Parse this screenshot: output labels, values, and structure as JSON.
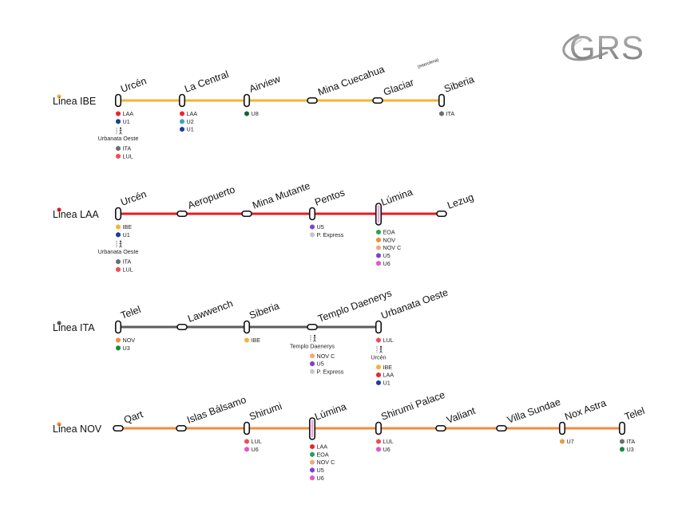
{
  "logo": {
    "text": "GRS"
  },
  "lines": [
    {
      "name": "Linea IBE",
      "color": "#f5b335",
      "stations": [
        {
          "name": "Urcén",
          "type": "tall",
          "connections": [
            {
              "label": "LAA",
              "color": "#e8262d"
            },
            {
              "label": "U1",
              "color": "#1a3e9b"
            }
          ],
          "transfer": {
            "station": "Urbanata Oeste",
            "connections": [
              {
                "label": "ITA",
                "color": "#6d6d6d"
              },
              {
                "label": "LUL",
                "color": "#ee4c53"
              }
            ]
          }
        },
        {
          "name": "La Central",
          "type": "tall",
          "connections": [
            {
              "label": "LAA",
              "color": "#e8262d"
            },
            {
              "label": "U2",
              "color": "#3ea0d8"
            },
            {
              "label": "U1",
              "color": "#1a3e9b"
            }
          ]
        },
        {
          "name": "Airview",
          "type": "tall",
          "connections": [
            {
              "label": "U8",
              "color": "#16602c"
            }
          ]
        },
        {
          "name": "Mina Cuecahua",
          "type": "wide",
          "connections": []
        },
        {
          "name": "Glaciar",
          "note": "(Interclima)",
          "type": "wide",
          "connections": []
        },
        {
          "name": "Siberia",
          "type": "tall",
          "connections": [
            {
              "label": "ITA",
              "color": "#6d6d6d"
            }
          ]
        }
      ]
    },
    {
      "name": "Linea LAA",
      "color": "#e31d24",
      "stations": [
        {
          "name": "Urcén",
          "type": "tall",
          "connections": [
            {
              "label": "IBE",
              "color": "#f5b335"
            },
            {
              "label": "U1",
              "color": "#1a3e9b"
            }
          ],
          "transfer": {
            "station": "Urbanata Oeste",
            "connections": [
              {
                "label": "ITA",
                "color": "#6d6d6d"
              },
              {
                "label": "LUL",
                "color": "#ee4c53"
              }
            ]
          }
        },
        {
          "name": "Aeropuerto",
          "type": "wide",
          "connections": []
        },
        {
          "name": "Mina Mutante",
          "type": "wide",
          "connections": []
        },
        {
          "name": "Pentos",
          "type": "tall",
          "connections": [
            {
              "label": "U5",
              "color": "#7b40d6"
            },
            {
              "label": "P. Express",
              "color": "#c6c6c6"
            }
          ]
        },
        {
          "name": "Lúmina",
          "type": "xtall",
          "connections": [
            {
              "label": "EOA",
              "color": "#1ea35c"
            },
            {
              "label": "NOV",
              "color": "#f68a3c"
            },
            {
              "label": "NOV C",
              "color": "#f3a874"
            },
            {
              "label": "U5",
              "color": "#7b40d6"
            },
            {
              "label": "U6",
              "color": "#e455c4"
            }
          ]
        },
        {
          "name": "Lezug",
          "type": "wide",
          "connections": []
        }
      ]
    },
    {
      "name": "Linea ITA",
      "color": "#5c5c5c",
      "stations": [
        {
          "name": "Telel",
          "type": "tall",
          "connections": [
            {
              "label": "NOV",
              "color": "#f68a3c"
            },
            {
              "label": "U3",
              "color": "#148c3e"
            }
          ]
        },
        {
          "name": "Lawwench",
          "type": "wide",
          "connections": []
        },
        {
          "name": "Siberia",
          "type": "tall",
          "connections": [
            {
              "label": "IBE",
              "color": "#f5b335"
            }
          ]
        },
        {
          "name": "Templo Daenerys",
          "type": "wide",
          "connections": [],
          "transfer": {
            "station": "Templo Daenerys",
            "connections": [
              {
                "label": "NOV C",
                "color": "#f3a874"
              },
              {
                "label": "U5",
                "color": "#7b40d6"
              },
              {
                "label": "P. Express",
                "color": "#c6c6c6"
              }
            ]
          }
        },
        {
          "name": "Urbanata Oeste",
          "type": "tall",
          "connections": [
            {
              "label": "LUL",
              "color": "#ee4c53"
            }
          ],
          "transfer": {
            "station": "Urcén",
            "connections": [
              {
                "label": "IBE",
                "color": "#f5b335"
              },
              {
                "label": "LAA",
                "color": "#e8262d"
              },
              {
                "label": "U1",
                "color": "#1a3e9b"
              }
            ]
          }
        }
      ]
    },
    {
      "name": "Linea NOV",
      "color": "#f68a3c",
      "stations": [
        {
          "name": "Qart",
          "type": "wide",
          "connections": []
        },
        {
          "name": "Islas Bálsamo",
          "type": "wide",
          "connections": []
        },
        {
          "name": "Shirumi",
          "type": "tall",
          "connections": [
            {
              "label": "LUL",
              "color": "#ee4c53"
            },
            {
              "label": "U6",
              "color": "#e455c4"
            }
          ]
        },
        {
          "name": "Lúmina",
          "type": "xtall",
          "connections": [
            {
              "label": "LAA",
              "color": "#e8262d"
            },
            {
              "label": "EOA",
              "color": "#1ea35c"
            },
            {
              "label": "NOV C",
              "color": "#f3a874"
            },
            {
              "label": "U5",
              "color": "#7b40d6"
            },
            {
              "label": "U6",
              "color": "#e455c4"
            }
          ]
        },
        {
          "name": "Shirumi Palace",
          "type": "tall",
          "connections": [
            {
              "label": "LUL",
              "color": "#ee4c53"
            },
            {
              "label": "U6",
              "color": "#e455c4"
            }
          ]
        },
        {
          "name": "Valiant",
          "type": "wide",
          "connections": []
        },
        {
          "name": "Villa Sundae",
          "type": "wide",
          "connections": []
        },
        {
          "name": "Nox Astra",
          "type": "tall",
          "connections": [
            {
              "label": "U7",
              "color": "#e0a13a"
            }
          ]
        },
        {
          "name": "Telel",
          "type": "tall",
          "connections": [
            {
              "label": "ITA",
              "color": "#6d6d6d"
            },
            {
              "label": "U3",
              "color": "#148c3e"
            }
          ]
        }
      ]
    }
  ]
}
